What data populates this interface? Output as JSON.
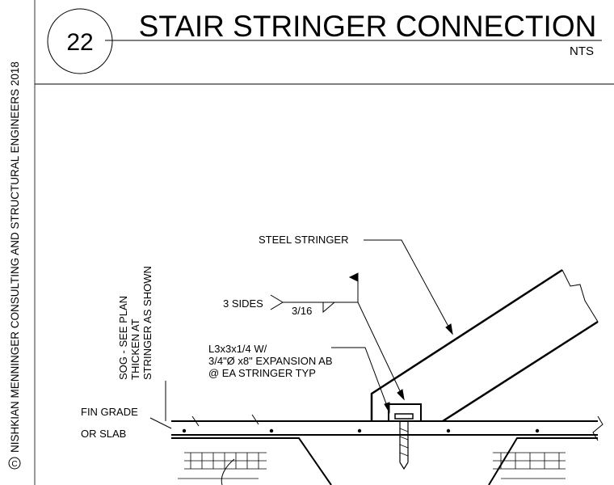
{
  "detail": {
    "number": "22",
    "title": "STAIR STRINGER CONNECTION",
    "scale": "NTS"
  },
  "copyright": {
    "symbol": "C",
    "text": "NISHKIAN MENNINGER CONSULTING AND STRUCTURAL ENGINEERS 2018"
  },
  "labels": {
    "steel_stringer": "STEEL STRINGER",
    "weld_sides": "3 SIDES",
    "weld_size": "3/16",
    "angle_line1": "L3x3x1/4 W/",
    "angle_line2": "3/4\"Ø x8\" EXPANSION AB",
    "angle_line3": "@ EA STRINGER TYP",
    "fin_grade_line1": "FIN GRADE",
    "fin_grade_line2": "OR SLAB",
    "sog_line1": "SOG - SEE PLAN",
    "sog_line2": "THICKEN AT",
    "sog_line3": "STRINGER AS SHOWN"
  }
}
